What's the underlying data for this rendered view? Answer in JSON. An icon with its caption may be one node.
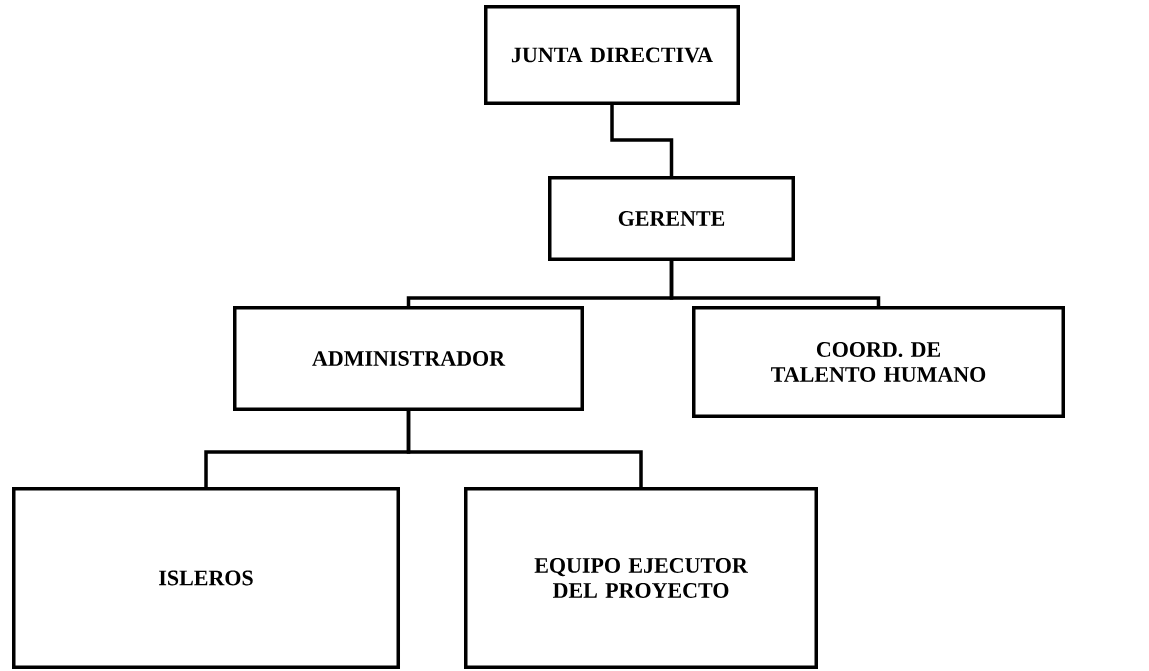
{
  "diagram": {
    "nodes": [
      {
        "text": [
          "JUNTA DIRECTIVA"
        ]
      },
      {
        "text": [
          "GERENTE"
        ]
      },
      {
        "text": [
          "ADMINISTRADOR"
        ]
      },
      {
        "text": [
          "COORD. DE TALENTO HUMANO"
        ]
      },
      {
        "text": [
          "ISLEROS"
        ]
      },
      {
        "text": [
          "EQUIPO EJECUTOR DEL PROYECTO"
        ]
      }
    ],
    "edges": [
      {
        "from": 0,
        "to": 1,
        "arrow": "none"
      },
      {
        "from": 1,
        "to": 2,
        "arrow": "none"
      },
      {
        "from": 1,
        "to": 3,
        "arrow": "none"
      },
      {
        "from": 2,
        "to": 4,
        "arrow": "none"
      },
      {
        "from": 2,
        "to": 5,
        "arrow": "none"
      }
    ]
  }
}
